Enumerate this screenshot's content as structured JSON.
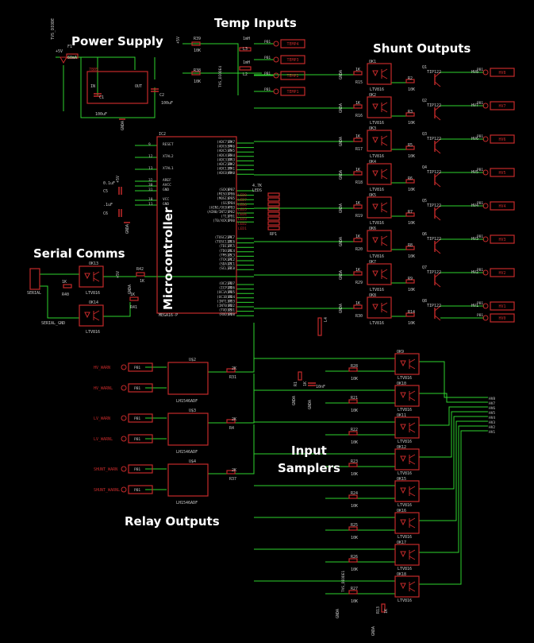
{
  "sections": {
    "power_supply": "Power Supply",
    "temp_inputs": "Temp Inputs",
    "shunt_outputs": "Shunt Outputs",
    "serial_comms": "Serial Comms",
    "microcontroller": "Microcontroller",
    "input_samplers_1": "Input",
    "input_samplers_2": "Samplers",
    "relay_outputs": "Relay Outputs"
  },
  "power": {
    "f1": "F1",
    "f1_val": "60mA",
    "d_name": "TVS_DIODE",
    "reg": "7805",
    "in": "IN",
    "out": "OUT",
    "c1": "C1",
    "c1_val": "100uF",
    "c2": "C2",
    "c2_val": "100uF",
    "gnd": "GNDA",
    "vcc": "+5V"
  },
  "temp": {
    "resistors": [
      "R39",
      "R38"
    ],
    "res_val": "10K",
    "inductors": [
      "L3",
      "L2"
    ],
    "ind_val": "1mH",
    "connectors": [
      "TEMP4",
      "TEMP3",
      "TEMP2",
      "TEMP1"
    ],
    "pin": "PB1",
    "diode": "TVS_DIODE4",
    "vcc": "+5V"
  },
  "mcu": {
    "name": "IC2",
    "part": "MEGA16-P",
    "left_pins": [
      "RESET",
      "XTAL2",
      "XTAL1",
      "AREF",
      "AVCC",
      "GND",
      "VCC",
      "GND"
    ],
    "left_nums": [
      "9",
      "12",
      "13",
      "32",
      "30",
      "31",
      "10",
      "11"
    ],
    "right_pins_a": [
      "(ADC7)PA7",
      "(ADC6)PA6",
      "(ADC5)PA5",
      "(ADC4)PA4",
      "(ADC3)PA3",
      "(ADC2)PA2",
      "(ADC1)PA1",
      "(ADC0)PA0"
    ],
    "right_nums_a": [
      "33",
      "34",
      "35",
      "36",
      "37",
      "38",
      "39",
      "40"
    ],
    "right_pins_b": [
      "(SCK)PB7",
      "(MISO)PB6",
      "(MOSI)PB5",
      "(SS)PB4",
      "(AIN1/OC0)PB3",
      "(AIN0/INT2)PB2",
      "(T1)PB1",
      "(T0/XCK)PB0"
    ],
    "right_nums_b": [
      "8",
      "7",
      "6",
      "5",
      "4",
      "3",
      "2",
      "1"
    ],
    "right_pins_c": [
      "(TOSC2)PC7",
      "(TOSC1)PC6",
      "(TDI)PC5",
      "(TDO)PC4",
      "(TMS)PC3",
      "(TCK)PC2",
      "(SDA)PC1",
      "(SCL)PC0"
    ],
    "right_nums_c": [
      "29",
      "28",
      "27",
      "26",
      "25",
      "24",
      "23",
      "22"
    ],
    "right_pins_d": [
      "(OC2)PD7",
      "(ICP)PD6",
      "(OC1A)PD5",
      "(OC1B)PD4",
      "(INT1)PD3",
      "(INT0)PD2",
      "(TXD)PD1",
      "(RXD)PD0"
    ],
    "right_nums_d": [
      "21",
      "20",
      "19",
      "18",
      "17",
      "16",
      "15",
      "14"
    ],
    "caps": [
      "C5",
      "C6"
    ],
    "cap_vals": [
      "0.1uF",
      ".1uF"
    ],
    "vcc": "+5V",
    "gnd": "GNDA"
  },
  "leds": {
    "label": "LEDS",
    "names": [
      "LED8",
      "LED7",
      "LED6",
      "LED5",
      "LED4",
      "LED3",
      "LED2",
      "LED1"
    ],
    "res_val": "4.7K",
    "rp": "RP1"
  },
  "serial": {
    "connector": "SERIAL",
    "gnd_label": "SERIAL_GND",
    "optos": [
      "OK13",
      "OK14"
    ],
    "opto_part": "LTV816",
    "res": [
      "R40",
      "R41",
      "R42"
    ],
    "res_val": "1K",
    "vcc": "+5V",
    "gnd": "GNDA"
  },
  "shunt": {
    "optos": [
      "OK1",
      "OK2",
      "OK3",
      "OK4",
      "OK5",
      "OK6",
      "OK7",
      "OK8"
    ],
    "opto_part": "LTV816",
    "r_in": [
      "R15",
      "R16",
      "R17",
      "R18",
      "R19",
      "R20",
      "R29",
      "R30"
    ],
    "r_in_val": "1K",
    "r_out": [
      "R2",
      "R3",
      "R5",
      "R6",
      "R7",
      "R8",
      "R9",
      "R14"
    ],
    "r_out_val": "10K",
    "transistors": [
      "Q1",
      "Q2",
      "Q3",
      "Q4",
      "Q5",
      "Q6",
      "Q7",
      "Q8"
    ],
    "t_part": "TIP122",
    "hv": [
      "HV8",
      "HV7",
      "HV6",
      "HV5",
      "HV4",
      "HV3",
      "HV2",
      "HV1"
    ],
    "connectors": [
      "HV8",
      "HV7",
      "HV6",
      "HV5",
      "HV4",
      "HV3",
      "HV2",
      "HV1",
      "HV0"
    ],
    "pin": "PB1",
    "gnd": "GNDA",
    "inductor": "L4"
  },
  "samplers": {
    "optos": [
      "OK9",
      "OK10",
      "OK11",
      "OK12",
      "OK15",
      "OK16",
      "OK17",
      "OK18"
    ],
    "opto_part": "LTV816",
    "res": [
      "R28",
      "R21",
      "R22",
      "R23",
      "R24",
      "R25",
      "R26",
      "R27"
    ],
    "res_val": "10K",
    "r1": "R1",
    "r1_val": "1K",
    "c": "C3",
    "c_val": "10nF",
    "hv_bus": [
      "HV8",
      "HV7",
      "HV6",
      "HV5",
      "HV4",
      "HV3",
      "HV2",
      "HV1"
    ],
    "diode": "TVS_DIODE1",
    "r13": "R13",
    "r13_val": "1K",
    "gnd": "GNDA"
  },
  "relays": {
    "inputs": [
      "HV_WARN",
      "HV_WARNL",
      "LV_WARN",
      "LV_WARNL",
      "SHUNT_WARN",
      "SHUNT_WARNL"
    ],
    "pin": "PB1",
    "chips": [
      "U$2",
      "U$3",
      "U$4"
    ],
    "chip_part": "LH1546ADF",
    "res": [
      "R31",
      "R4",
      "R37"
    ],
    "res_val": "2K"
  },
  "colors": {
    "background": "#000000",
    "wire": "#2ed42e",
    "part": "#c42a2a",
    "label": "#c8c8c8",
    "title": "#ffffff"
  }
}
